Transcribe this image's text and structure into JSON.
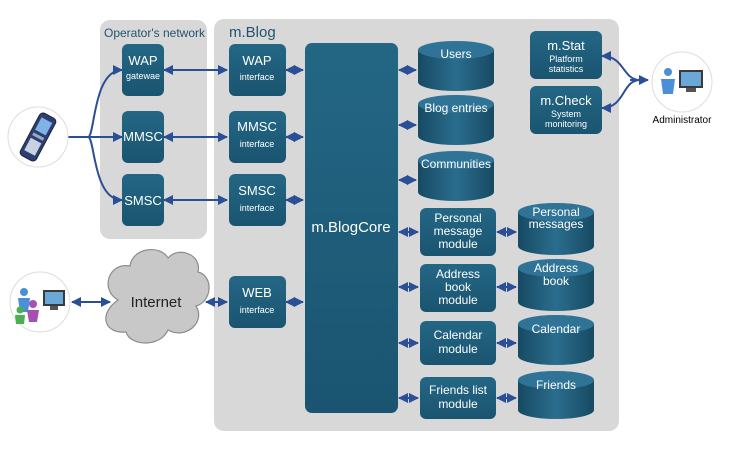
{
  "operator_network": {
    "title": "Operator's network",
    "wap_gateway": {
      "title": "WAP",
      "subtitle": "gatewae"
    },
    "mmsc": {
      "title": "MMSC"
    },
    "smsc": {
      "title": "SMSC"
    }
  },
  "mblog": {
    "title": "m.Blog",
    "interfaces": {
      "wap": {
        "title": "WAP",
        "subtitle": "interface"
      },
      "mmsc": {
        "title": "MMSC",
        "subtitle": "interface"
      },
      "smsc": {
        "title": "SMSC",
        "subtitle": "interface"
      },
      "web": {
        "title": "WEB",
        "subtitle": "interface"
      }
    },
    "core": "m.BlogCore",
    "databases": {
      "users": "Users",
      "blog_entries": "Blog entries",
      "communities": "Communities"
    },
    "modules": {
      "personal": [
        "Personal",
        "message",
        "module"
      ],
      "address": [
        "Address",
        "book",
        "module"
      ],
      "calendar": [
        "Calendar",
        "module"
      ],
      "friends": [
        "Friends list",
        "module"
      ]
    },
    "module_databases": {
      "personal": [
        "Personal",
        "messages"
      ],
      "address": [
        "Address",
        "book"
      ],
      "calendar": [
        "Calendar"
      ],
      "friends": [
        "Friends"
      ]
    },
    "mstat": {
      "title": "m.Stat",
      "subtitle": [
        "Platform",
        "statistics"
      ]
    },
    "mcheck": {
      "title": "m.Check",
      "subtitle": [
        "System",
        "monitoring"
      ]
    }
  },
  "internet": "Internet",
  "administrator": "Administrator",
  "icons": {
    "phone": "mobile-phone-icon",
    "users": "web-users-icon",
    "admin": "administrator-icon"
  },
  "colors": {
    "box": "#1d5a76",
    "panel": "#d8d8d8",
    "arrow": "#2b4f96",
    "cloud": "#c8c8c8"
  }
}
